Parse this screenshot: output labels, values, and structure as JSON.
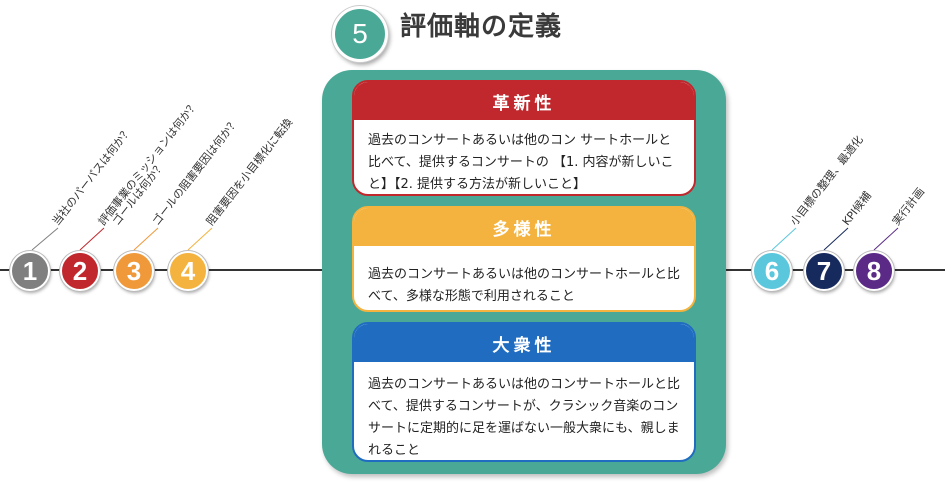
{
  "title": {
    "number": "5",
    "text": "評価軸の定義"
  },
  "steps_left": [
    {
      "number": "1",
      "label": "当社のパーパスは何か？",
      "color": "#7f7f7f"
    },
    {
      "number": "2",
      "label": "評価事業のミッションは何か？",
      "label2": "ゴールは何か？",
      "color": "#c0282d"
    },
    {
      "number": "3",
      "label": "ゴールの阻害要因は何か？",
      "color": "#f0993a"
    },
    {
      "number": "4",
      "label": "阻害要因を小目標化に転換",
      "color": "#f3b33e"
    }
  ],
  "steps_right": [
    {
      "number": "6",
      "label": "小目標の整理、最適化",
      "color": "#5bc7dc"
    },
    {
      "number": "7",
      "label": "KPI候補",
      "color": "#172a5e"
    },
    {
      "number": "8",
      "label": "実行計画",
      "color": "#5a2a86"
    }
  ],
  "cards": [
    {
      "heading": "革新性",
      "color": "#c0282d",
      "body": "過去のコンサートあるいは他のコン サートホールと比べて、提供するコンサートの 【1. 内容が新しいこと】【2. 提供する方法が新しいこと】"
    },
    {
      "heading": "多様性",
      "color": "#f3b33e",
      "body": "過去のコンサートあるいは他のコンサートホールと比べて、多様な形態で利用されること"
    },
    {
      "heading": "大衆性",
      "color": "#1f6cc1",
      "body": "過去のコンサートあるいは他のコンサートホールと比べて、提供するコンサートが、クラシック音楽のコンサートに定期的に足を運ばない一般大衆にも、親しまれること"
    }
  ]
}
